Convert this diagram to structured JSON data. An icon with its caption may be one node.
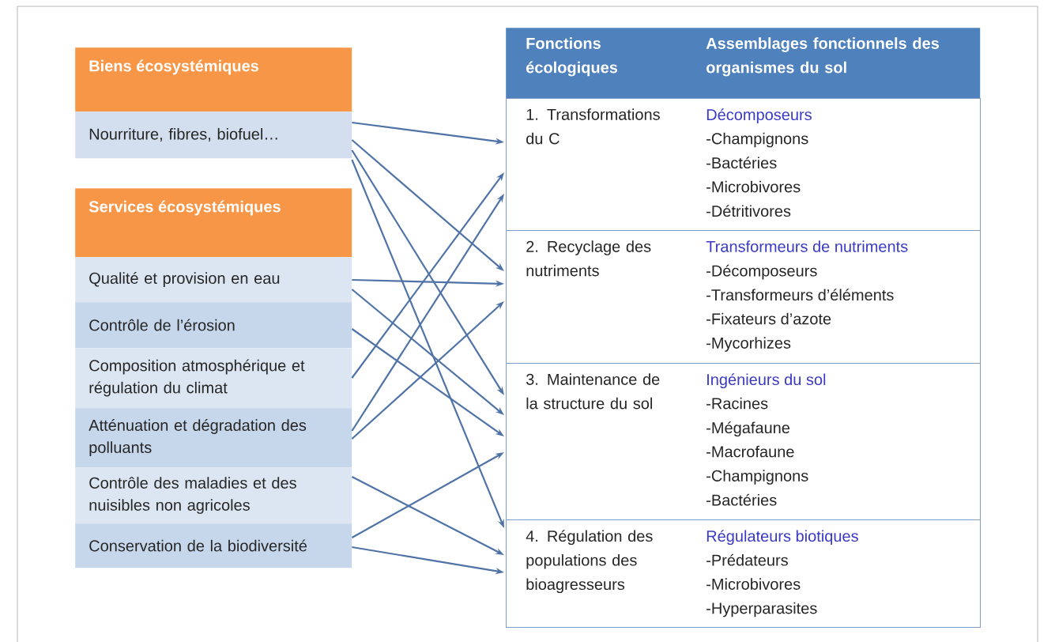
{
  "diagram": {
    "nodes": [
      {
        "text": [
          "Biens écosystémiques"
        ]
      },
      {
        "text": [
          "Nourriture, fibres, biofuel…"
        ]
      },
      {
        "text": [
          "Services écosystémiques"
        ]
      },
      {
        "text": [
          "Qualité et provision en eau"
        ]
      },
      {
        "text": [
          "Contrôle de l’érosion"
        ]
      },
      {
        "text": [
          "Composition atmosphérique et régulation du climat"
        ]
      },
      {
        "text": [
          "Atténuation et dégradation des polluants"
        ]
      },
      {
        "text": [
          "Contrôle des maladies et des nuisibles non agricoles"
        ]
      },
      {
        "text": [
          "Conservation de la biodiversité"
        ]
      },
      {
        "text": [
          "Fonctions écologiques",
          "Assemblages fonctionnels des organismes du sol"
        ]
      },
      {
        "text": [
          "1. Transformations du C",
          "Décomposeurs",
          "-Champignons",
          "-Bactéries",
          "-Microbivores",
          "-Détritivores"
        ]
      },
      {
        "text": [
          "2. Recyclage des nutriments",
          "Transformeurs de nutriments",
          "-Décomposeurs",
          "-Transformeurs d’éléments",
          "-Fixateurs d’azote",
          "-Mycorhizes"
        ]
      },
      {
        "text": [
          "3. Maintenance de la structure du sol",
          "Ingénieurs du sol",
          "-Racines",
          "-Mégafaune",
          "-Macrofaune",
          "-Champignons",
          "-Bactéries"
        ]
      },
      {
        "text": [
          "4. Régulation des populations des bioagresseurs",
          "Régulateurs biotiques",
          "-Prédateurs",
          "-Microbivores",
          "-Hyperparasites"
        ]
      }
    ],
    "edges": [
      {
        "from": 1,
        "to": 10,
        "arrow": "to"
      },
      {
        "from": 1,
        "to": 11,
        "arrow": "to"
      },
      {
        "from": 1,
        "to": 12,
        "arrow": "to"
      },
      {
        "from": 1,
        "to": 13,
        "arrow": "to"
      },
      {
        "from": 3,
        "to": 11,
        "arrow": "to"
      },
      {
        "from": 3,
        "to": 12,
        "arrow": "to"
      },
      {
        "from": 4,
        "to": 12,
        "arrow": "to"
      },
      {
        "from": 5,
        "to": 10,
        "arrow": "to"
      },
      {
        "from": 6,
        "to": 10,
        "arrow": "to"
      },
      {
        "from": 6,
        "to": 11,
        "arrow": "to"
      },
      {
        "from": 7,
        "to": 13,
        "arrow": "to"
      },
      {
        "from": 8,
        "to": 12,
        "arrow": "to"
      },
      {
        "from": 8,
        "to": 13,
        "arrow": "to"
      }
    ]
  }
}
